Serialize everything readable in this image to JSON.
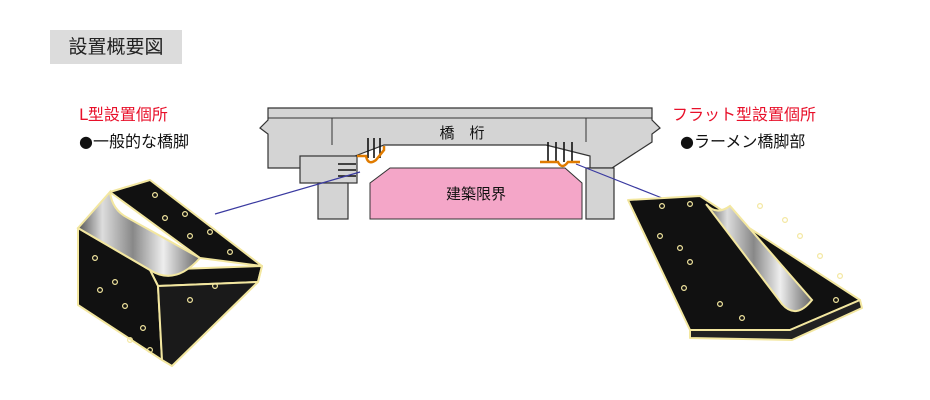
{
  "title": "設置概要図",
  "left_callout": {
    "heading": "L型設置個所",
    "sub": "●一般的な橋脚"
  },
  "right_callout": {
    "heading": "フラット型設置個所",
    "sub": "●ラーメン橋脚部"
  },
  "girder_label": "橋　桁",
  "clearance_label": "建築限界",
  "colors": {
    "concrete": "#d4d4d4",
    "clearance": "#f4a6c8",
    "pad": "#111111",
    "pad_edge": "#f3e7a0",
    "callout_red": "#e8102a",
    "leader_line": "#3a3aa0",
    "title_bg": "#dcdcdc"
  }
}
